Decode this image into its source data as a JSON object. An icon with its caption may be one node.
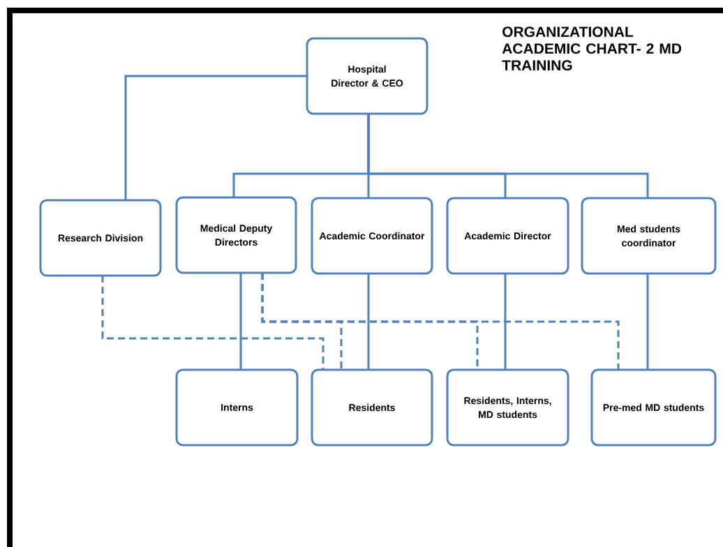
{
  "diagram": {
    "title": "ORGANIZATIONAL ACADEMIC CHART- 2 MD TRAINING",
    "nodes": [
      {
        "text": [
          "Hospital Director & CEO"
        ]
      },
      {
        "text": [
          "Research Division"
        ]
      },
      {
        "text": [
          "Medical Deputy Directors"
        ]
      },
      {
        "text": [
          "Academic Coordinator"
        ]
      },
      {
        "text": [
          "Academic Director"
        ]
      },
      {
        "text": [
          "Med students coordinator"
        ]
      },
      {
        "text": [
          "Interns"
        ]
      },
      {
        "text": [
          "Residents"
        ]
      },
      {
        "text": [
          "Residents, Interns, MD students"
        ]
      },
      {
        "text": [
          "Pre-med MD students"
        ]
      }
    ],
    "edges": [
      {
        "from": 0,
        "to": 1,
        "arrow": "none"
      },
      {
        "from": 0,
        "to": 2,
        "arrow": "none"
      },
      {
        "from": 0,
        "to": 3,
        "arrow": "none"
      },
      {
        "from": 0,
        "to": 4,
        "arrow": "none"
      },
      {
        "from": 0,
        "to": 5,
        "arrow": "none"
      },
      {
        "from": 2,
        "to": 6,
        "arrow": "none"
      },
      {
        "from": 3,
        "to": 7,
        "arrow": "none"
      },
      {
        "from": 4,
        "to": 8,
        "arrow": "none"
      },
      {
        "from": 5,
        "to": 9,
        "arrow": "none"
      },
      {
        "from": 1,
        "to": 7,
        "arrow": "none",
        "style": "dashed"
      },
      {
        "from": 2,
        "to": 7,
        "arrow": "none",
        "style": "dashed"
      },
      {
        "from": 2,
        "to": 8,
        "arrow": "none",
        "style": "dashed"
      },
      {
        "from": 2,
        "to": 9,
        "arrow": "none",
        "style": "dashed"
      }
    ]
  }
}
